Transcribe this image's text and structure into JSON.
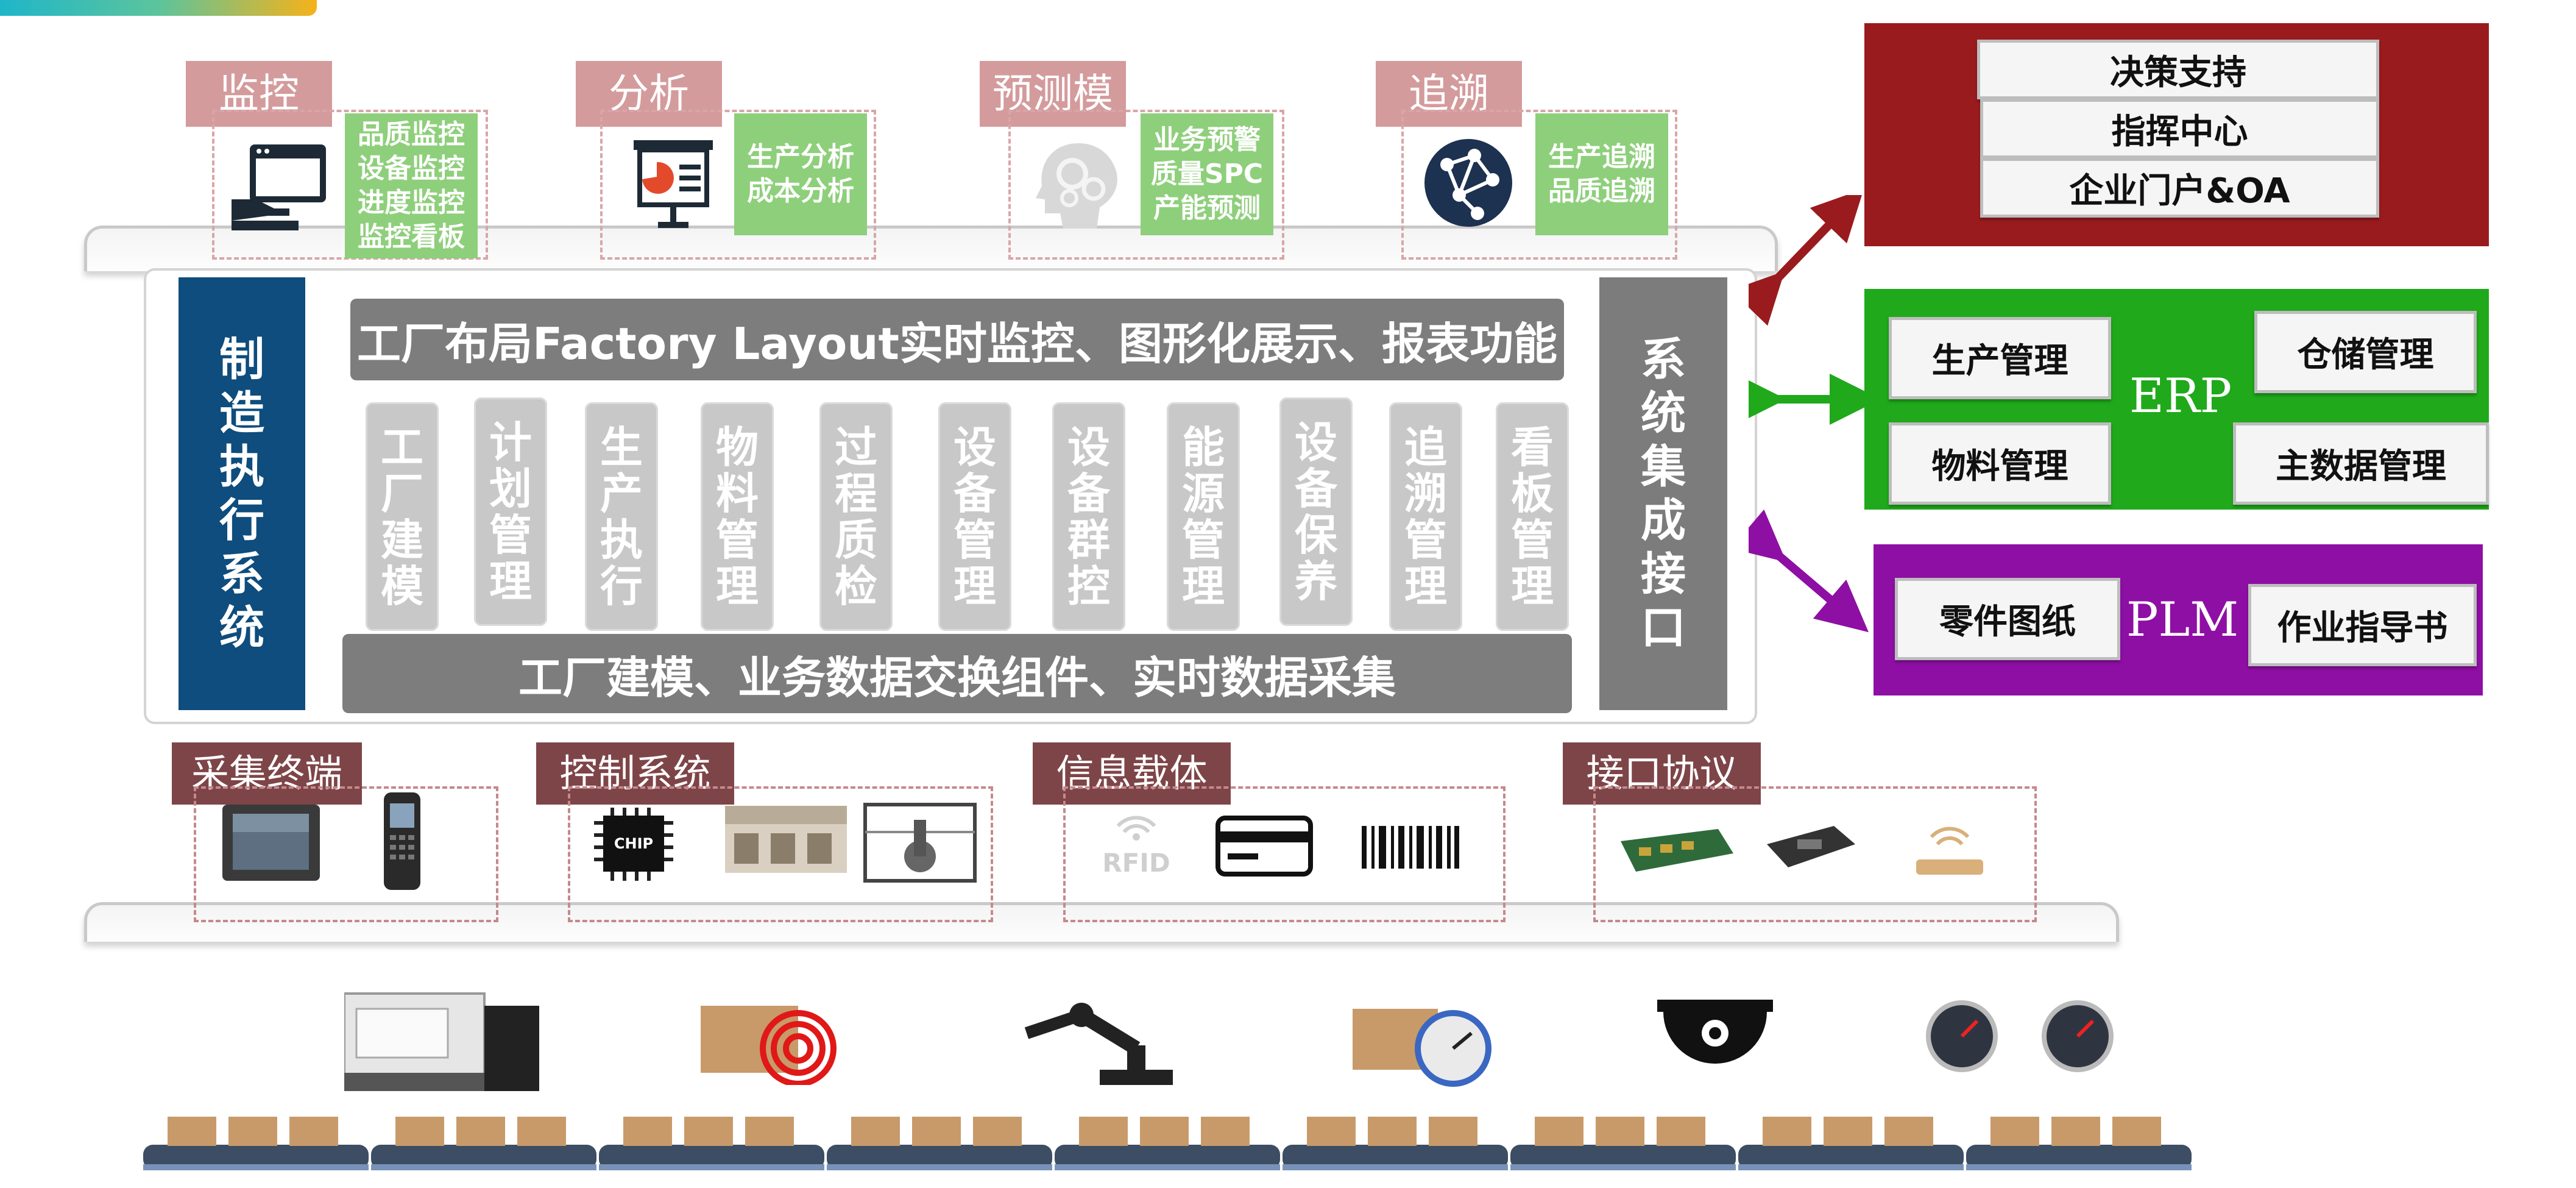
{
  "top_layer": {
    "categories": [
      {
        "label": "监控",
        "items": [
          "品质监控",
          "设备监控",
          "进度监控",
          "监控看板"
        ],
        "icon": "dashboard-hand-icon"
      },
      {
        "label": "分析",
        "items": [
          "生产分析",
          "成本分析"
        ],
        "icon": "presentation-board-icon"
      },
      {
        "label": "预测模",
        "items": [
          "业务预警",
          "质量SPC",
          "产能预测"
        ],
        "icon": "brain-gears-icon"
      },
      {
        "label": "追溯",
        "items": [
          "生产追溯",
          "品质追溯"
        ],
        "icon": "network-globe-icon"
      }
    ]
  },
  "mes": {
    "left_title": "制造执行系统",
    "top_banner": "工厂布局Factory Layout实时监控、图形化展示、报表功能",
    "modules": [
      "工厂建模",
      "计划管理",
      "生产执行",
      "物料管理",
      "过程质检",
      "设备管理",
      "设备群控",
      "能源管理",
      "设备保养",
      "追溯管理",
      "看板管理"
    ],
    "bottom_banner": "工厂建模、业务数据交换组件、实时数据采集",
    "right_title": "系统集成接口"
  },
  "right_systems": {
    "decision": {
      "items": [
        "决策支持",
        "指挥中心",
        "企业门户&OA"
      ],
      "color": "#9a1b1e"
    },
    "erp": {
      "name": "ERP",
      "items": [
        "生产管理",
        "仓储管理",
        "物料管理",
        "主数据管理"
      ],
      "color": "#1fa91b"
    },
    "plm": {
      "name": "PLM",
      "items": [
        "零件图纸",
        "作业指导书"
      ],
      "color": "#8e0fa4"
    }
  },
  "arrow_colors": {
    "decision": "#9a1b1e",
    "erp": "#1fa91b",
    "plm": "#8e0fa4"
  },
  "bottom_layer": {
    "categories": [
      {
        "label": "采集终端",
        "icons": [
          "industrial-tablet-icon",
          "handheld-scanner-icon"
        ]
      },
      {
        "label": "控制系统",
        "icons": [
          "chip-icon",
          "control-cabinet-icon",
          "robot-cell-icon"
        ]
      },
      {
        "label": "信息载体",
        "icons": [
          "rfid-icon",
          "card-icon",
          "barcode-icon"
        ]
      },
      {
        "label": "接口协议",
        "icons": [
          "network-card-icon",
          "serial-board-icon",
          "wifi-router-icon"
        ]
      }
    ],
    "rfid_text": "RFID",
    "chip_text": "CHIP"
  },
  "shop_floor": {
    "machines": [
      "cnc-machine-icon",
      "target-box-icon",
      "robot-arm-icon",
      "stopwatch-box-icon",
      "camera-icon",
      "gauge-icon"
    ]
  }
}
